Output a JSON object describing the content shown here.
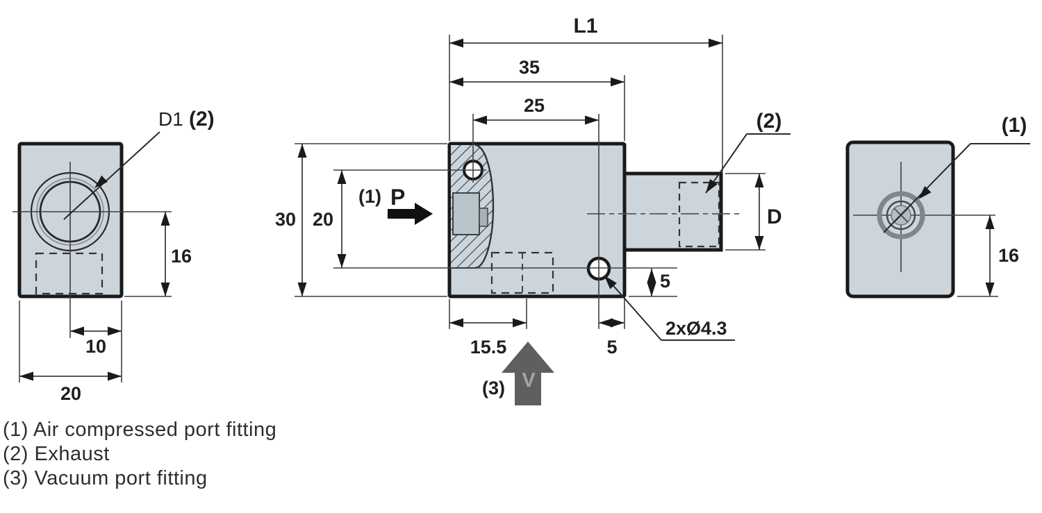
{
  "colors": {
    "body_fill": "#cdd5dc",
    "outline": "#1a1a1a",
    "thin_line": "#3f3f3f",
    "port_fill": "#b9c3ca",
    "notch_fill": "#a7b1b9",
    "ring_gray": "#7e868e",
    "vacuum_arrow_gray": "#5f5f5f",
    "hatch_line": "#3c4650"
  },
  "views": {
    "front_left": {
      "label_d1": "D1",
      "label_ref2": "(2)",
      "dim_center_to_bottom": "16",
      "dim_center_to_edge": "10",
      "dim_width": "20"
    },
    "section_middle": {
      "dim_overall_length": "L1",
      "dim_body_length": "35",
      "dim_hole_spacing": "25",
      "dim_height": "30",
      "dim_port_height": "20",
      "dim_vacuum_offset": "15.5",
      "dim_hole_to_edge": "5",
      "dim_hole_to_bottom": "5",
      "dim_nozzle_dia": "D",
      "dim_mount_holes": "2xØ4.3",
      "label_ref1": "(1)",
      "label_pressure": "P",
      "label_ref2": "(2)",
      "label_ref3": "(3)",
      "label_vacuum": "V"
    },
    "rear_right": {
      "label_ref1": "(1)",
      "dim_center_to_bottom": "16"
    }
  },
  "legend": {
    "items": [
      "(1) Air compressed port fitting",
      "(2) Exhaust",
      "(3) Vacuum port fitting"
    ]
  }
}
